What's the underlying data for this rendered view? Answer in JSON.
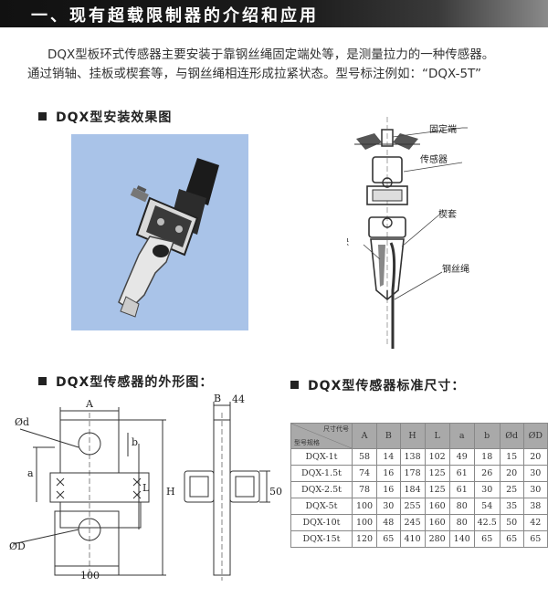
{
  "header": {
    "title": "一、现有超载限制器的介绍和应用"
  },
  "intro": {
    "line1": "DQX型板环式传感器主要安装于靠钢丝绳固定端处等，是测量拉力的一种传感器。",
    "line2": "通过销轴、挂板或楔套等，与钢丝绳相连形成拉紧状态。型号标注例如：“DQX-5T”"
  },
  "sections": {
    "install": "DQX型安装效果图",
    "outline": "DQX型传感器的外形图：",
    "dims": "DQX型传感器标准尺寸："
  },
  "install_diagram": {
    "labels": {
      "fixed_end": "固定端",
      "sensor": "传感器",
      "wedge_sleeve": "楔套",
      "wedge_block": "楔块",
      "wire_rope": "钢丝绳"
    }
  },
  "outline_drawing": {
    "labels": {
      "A": "A",
      "b": "b",
      "phi_d": "Ød",
      "a": "a",
      "L": "L",
      "H": "H",
      "phi_D": "ØD",
      "w100": "100",
      "B": "B",
      "w44": "44",
      "w50": "50"
    }
  },
  "dims_table": {
    "corner_top": "尺寸代号",
    "corner_bottom": "型号规格",
    "columns": [
      "A",
      "B",
      "H",
      "L",
      "a",
      "b",
      "Ød",
      "ØD"
    ],
    "rows": [
      {
        "model": "DQX-1t",
        "values": [
          "58",
          "14",
          "138",
          "102",
          "49",
          "18",
          "15",
          "20"
        ]
      },
      {
        "model": "DQX-1.5t",
        "values": [
          "74",
          "16",
          "178",
          "125",
          "61",
          "26",
          "20",
          "30"
        ]
      },
      {
        "model": "DQX-2.5t",
        "values": [
          "78",
          "16",
          "184",
          "125",
          "61",
          "30",
          "25",
          "30"
        ]
      },
      {
        "model": "DQX-5t",
        "values": [
          "100",
          "30",
          "255",
          "160",
          "80",
          "54",
          "35",
          "38"
        ]
      },
      {
        "model": "DQX-10t",
        "values": [
          "100",
          "48",
          "245",
          "160",
          "80",
          "42.5",
          "50",
          "42"
        ]
      },
      {
        "model": "DQX-15t",
        "values": [
          "120",
          "65",
          "410",
          "280",
          "140",
          "65",
          "65",
          "65"
        ]
      }
    ]
  },
  "colors": {
    "photo_bg": "#a9c3e8",
    "banner": "#1a1a1a"
  }
}
